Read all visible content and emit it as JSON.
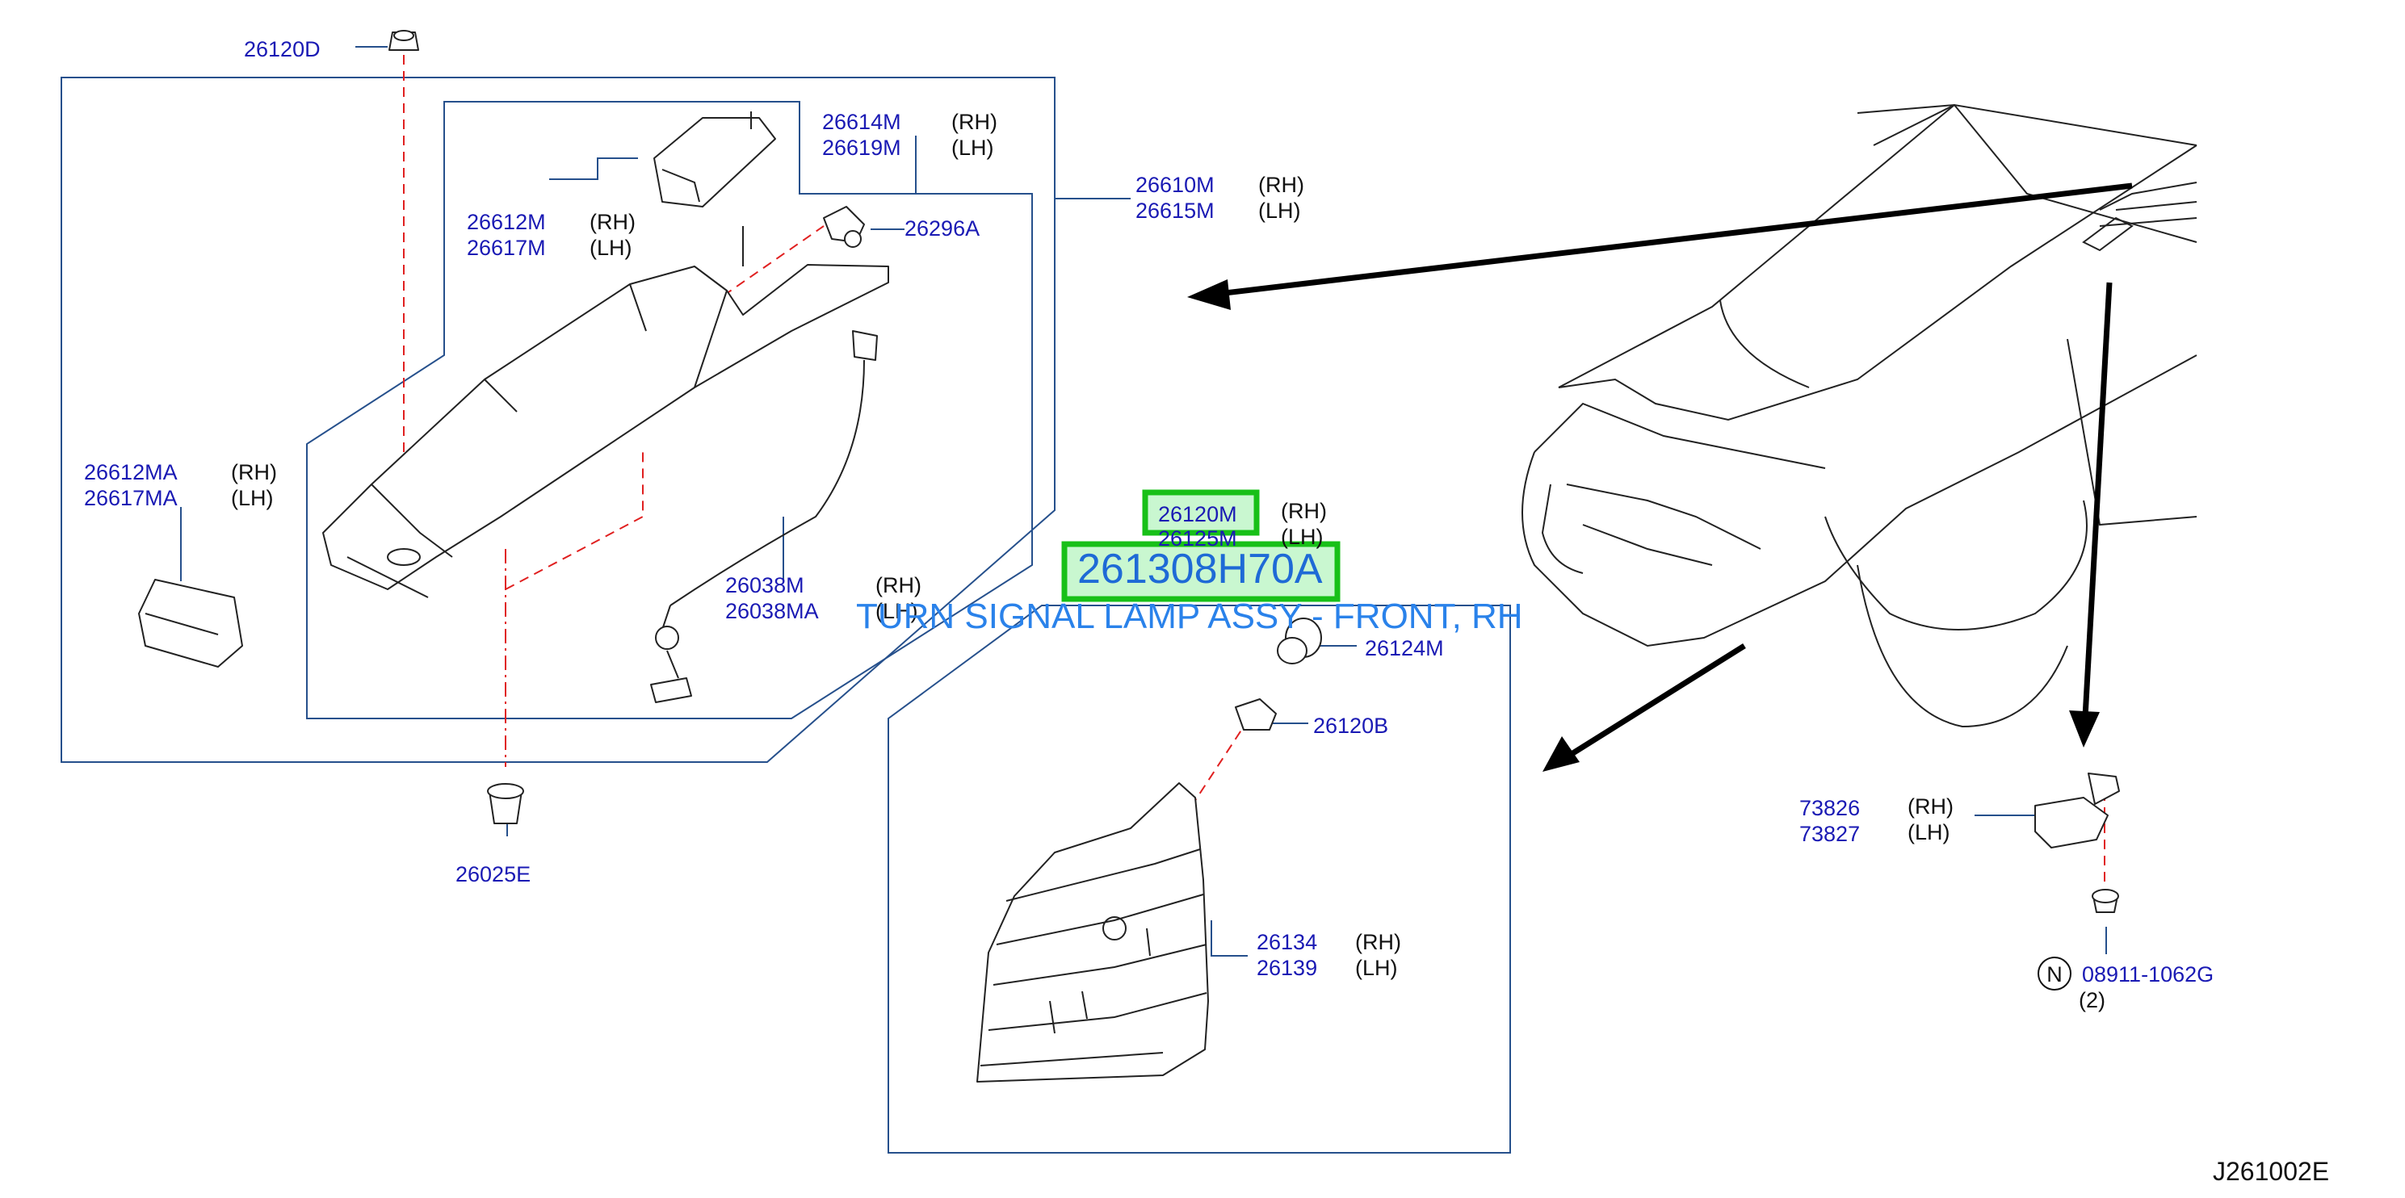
{
  "diagram_code": "J261002E",
  "highlight": {
    "part_number": "261308H70A",
    "description": "TURN SIGNAL LAMP ASSY - FRONT, RH"
  },
  "labels": {
    "p26120D": "26120D",
    "p26614M": "26614M",
    "p26619M": "26619M",
    "p26612M": "26612M",
    "p26617M": "26617M",
    "p26296A": "26296A",
    "p26610M": "26610M",
    "p26615M": "26615M",
    "p26612MA": "26612MA",
    "p26617MA": "26617MA",
    "p26038M": "26038M",
    "p26038MA": "26038MA",
    "p26025E": "26025E",
    "p26120M": "26120M",
    "p26125M": "26125M",
    "p26124M": "26124M",
    "p26120B": "26120B",
    "p26134": "26134",
    "p26139": "26139",
    "p73826": "73826",
    "p73827": "73827",
    "p08911": "08911-1062G",
    "nut_symbol": "N",
    "qty_08911": "(2)"
  },
  "sides": {
    "rh": "(RH)",
    "lh": "(LH)"
  }
}
